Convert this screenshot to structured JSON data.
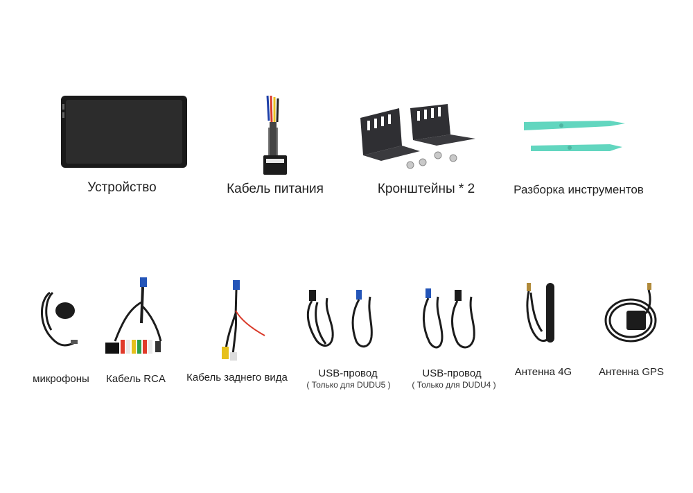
{
  "row1": [
    {
      "label": "Устройство",
      "icon": "head-unit-screen-icon"
    },
    {
      "label": "Кабель питания",
      "icon": "power-harness-icon"
    },
    {
      "label": "Кронштейны * 2",
      "icon": "mounting-brackets-icon"
    },
    {
      "label": "Разборка инструментов",
      "icon": "pry-tools-icon"
    }
  ],
  "row2": [
    {
      "label": "микрофоны",
      "icon": "microphone-icon"
    },
    {
      "label": "Кабель RCA",
      "icon": "rca-cable-icon"
    },
    {
      "label": "Кабель заднего вида",
      "icon": "rear-view-cable-icon"
    },
    {
      "label": "USB-провод",
      "note": "( Только для DUDU5 )",
      "icon": "usb-cable-icon"
    },
    {
      "label": "USB-провод",
      "note": "( Только для DUDU4 )",
      "icon": "usb-cable-icon"
    },
    {
      "label": "Антенна 4G",
      "icon": "4g-antenna-icon"
    },
    {
      "label": "Антенна GPS",
      "icon": "gps-antenna-icon"
    }
  ],
  "colors": {
    "tool": "#62d6bf",
    "bracket": "#2f2f33",
    "screen": "#2a2a2a",
    "cable": "#1c1c1c"
  }
}
